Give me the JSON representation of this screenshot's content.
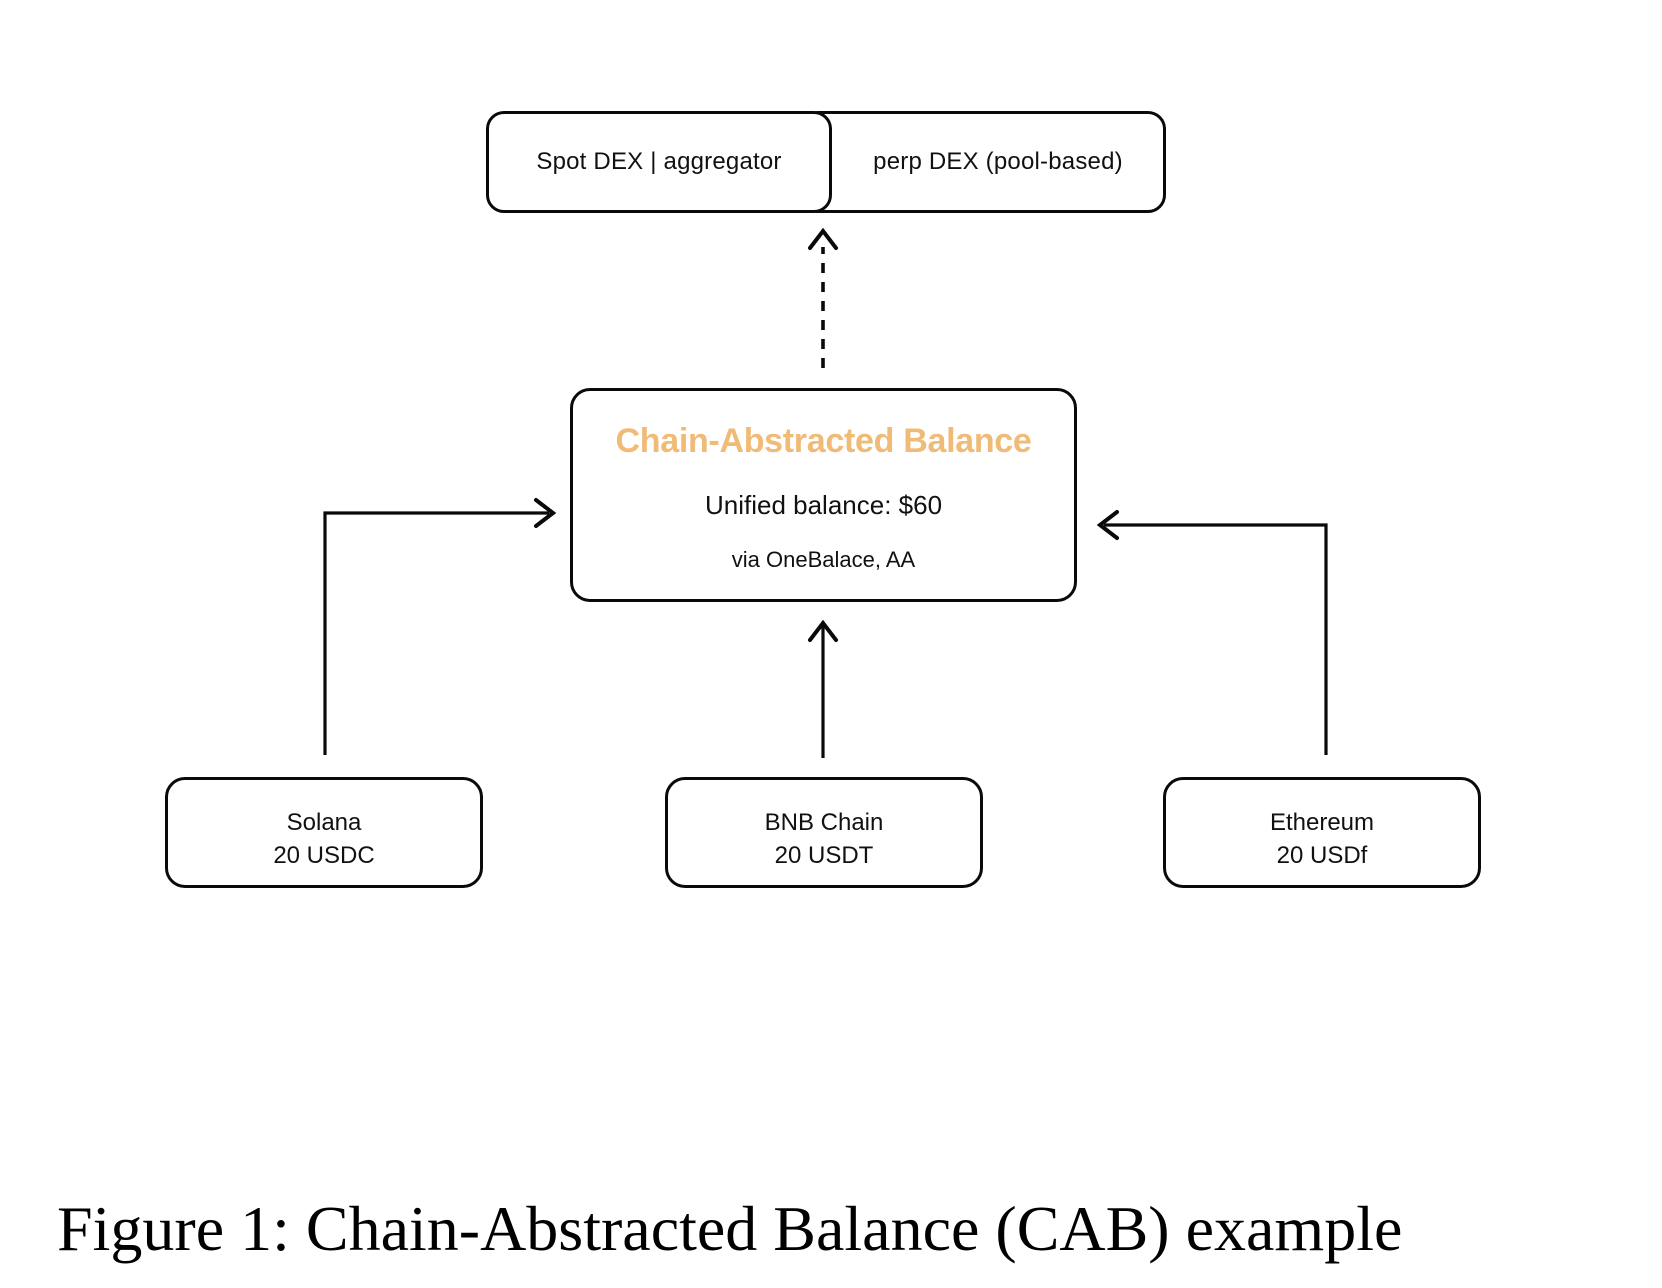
{
  "colors": {
    "accent_orange": "#F0BB76",
    "line_black": "#0A0A0A",
    "background": "#FFFFFF"
  },
  "top_boxes": {
    "spot_dex": {
      "label": "Spot DEX | aggregator"
    },
    "perp_dex": {
      "label": "perp DEX (pool-based)"
    }
  },
  "cab_box": {
    "title": "Chain-Abstracted Balance",
    "balance_line": "Unified balance: $60",
    "via_line": "via OneBalace, AA"
  },
  "chains": [
    {
      "name": "Solana",
      "amount": "20 USDC"
    },
    {
      "name": "BNB Chain",
      "amount": "20 USDT"
    },
    {
      "name": "Ethereum",
      "amount": "20 USDf"
    }
  ],
  "caption": "Figure 1: Chain-Abstracted Balance (CAB) example"
}
